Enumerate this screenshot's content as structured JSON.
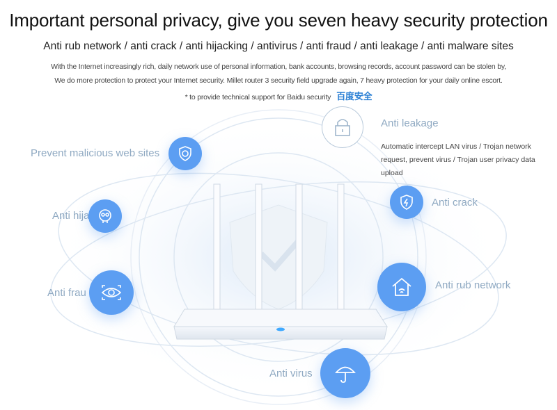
{
  "header": {
    "title": "Important personal privacy, give you seven heavy security protection",
    "subtitle": "Anti rub network / anti crack / anti hijacking / antivirus / anti fraud / anti leakage / anti malware sites",
    "intro_line1": "With the Internet increasingly rich, daily network use of personal information, bank accounts, browsing records, account password can be stolen by,",
    "intro_line2": "We do more protection to protect your Internet security. Millet router 3 security field upgrade again, 7 heavy protection for your daily online escort.",
    "support_note": "* to provide technical support for Baidu security",
    "baidu_logo": "百度安全"
  },
  "features": {
    "malicious": {
      "label": "Prevent malicious web sites",
      "icon": "shield-web-icon"
    },
    "hijack": {
      "label": "Anti hija",
      "icon": "face-icon"
    },
    "fraud": {
      "label": "Anti frau",
      "icon": "eye-icon"
    },
    "leakage": {
      "label": "Anti leakage",
      "icon": "lock-icon",
      "description": "Automatic intercept LAN virus / Trojan network request, prevent virus / Trojan user privacy data upload"
    },
    "crack": {
      "label": "Anti crack",
      "icon": "shield-bolt-icon"
    },
    "rub": {
      "label": "Anti rub network",
      "icon": "home-wifi-icon"
    },
    "virus": {
      "label": "Anti virus",
      "icon": "umbrella-icon"
    }
  },
  "colors": {
    "accent": "#5c9ef2",
    "label": "#8fa9c2"
  }
}
